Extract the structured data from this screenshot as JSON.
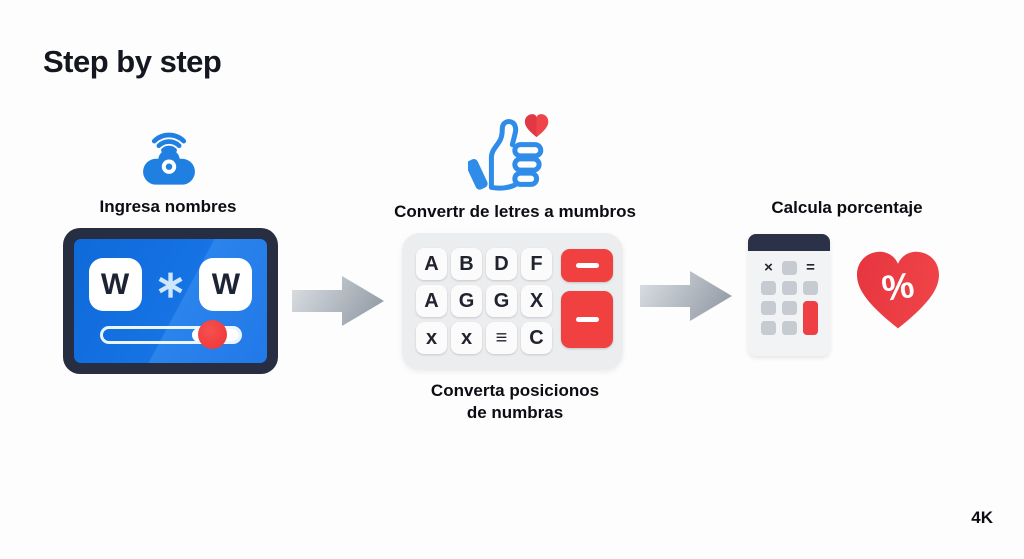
{
  "page": {
    "title": "Step by step",
    "watermark": "4K"
  },
  "colors": {
    "accent_blue": "#1b7ce0",
    "screen_blue": "#1673e4",
    "frame_navy": "#272e42",
    "red": "#ee3f44",
    "panel_gray": "#ebedef",
    "arrow_gray_light": "#d9dde2",
    "arrow_gray_dark": "#9ea6af"
  },
  "steps": [
    {
      "id": "ingresa-nombres",
      "icon": "wifi-device-icon",
      "label": "Ingresa nombres",
      "tablet": {
        "key_left": "W",
        "operator": "∗",
        "key_right": "W"
      }
    },
    {
      "id": "convertir-letras",
      "icon": "thumbs-up-heart-icon",
      "label": "Convertr de letres a mumbros",
      "keyboard": {
        "rows": [
          [
            "A",
            "B",
            "D",
            "F"
          ],
          [
            "A",
            "G",
            "G",
            "X"
          ],
          [
            "x",
            "x",
            "≡",
            "C"
          ]
        ],
        "action_keys": [
          "minus",
          "minus"
        ]
      },
      "caption_line1": "Converta posicionos",
      "caption_line2": "de numbras"
    },
    {
      "id": "calcula-porcentaje",
      "label": "Calcula porcentaje",
      "calculator": {
        "multiply": "×",
        "equals": "="
      },
      "heart_percent": "%"
    }
  ]
}
